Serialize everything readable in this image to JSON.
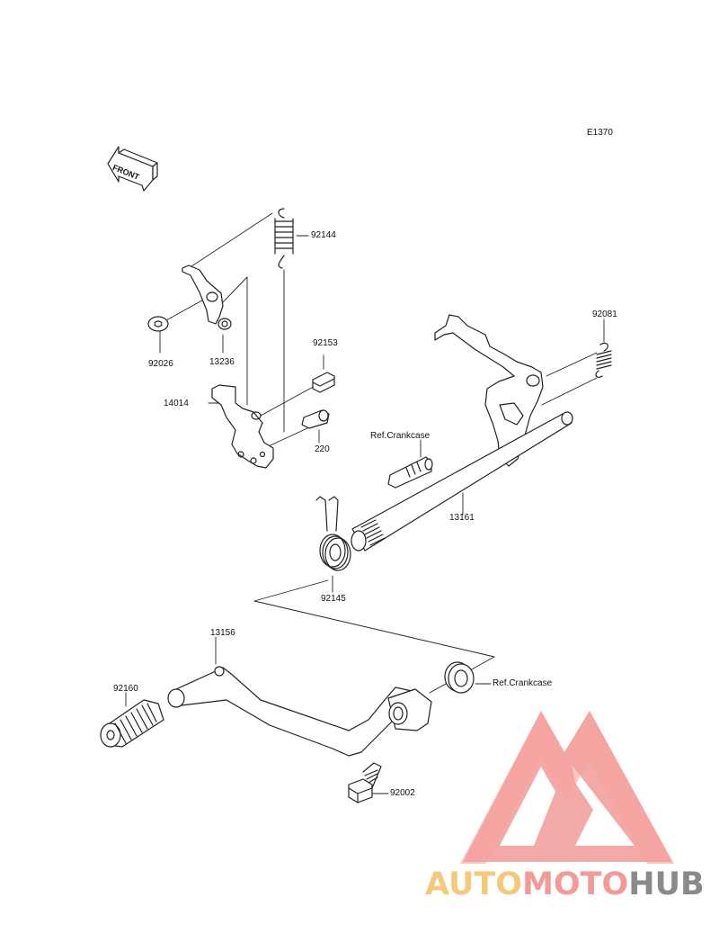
{
  "diagram": {
    "code": "E1370",
    "front_label": "FRONT",
    "parts": [
      {
        "id": "92144"
      },
      {
        "id": "92026"
      },
      {
        "id": "13236"
      },
      {
        "id": "92153"
      },
      {
        "id": "14014"
      },
      {
        "id": "220"
      },
      {
        "id": "92081"
      },
      {
        "id": "13161"
      },
      {
        "id": "92145"
      },
      {
        "id": "13156"
      },
      {
        "id": "92160"
      },
      {
        "id": "92002"
      }
    ],
    "references": [
      {
        "text": "Ref.Crankcase"
      },
      {
        "text": "Ref.Crankcase"
      }
    ]
  },
  "watermark": {
    "part1": "AUTO",
    "part2": "MOTO",
    "part3": "HUB",
    "colors": {
      "auto": "#f5c97a",
      "moto": "#f39a96",
      "hub": "#8a8a8a",
      "logo": "#f2a09c"
    }
  }
}
